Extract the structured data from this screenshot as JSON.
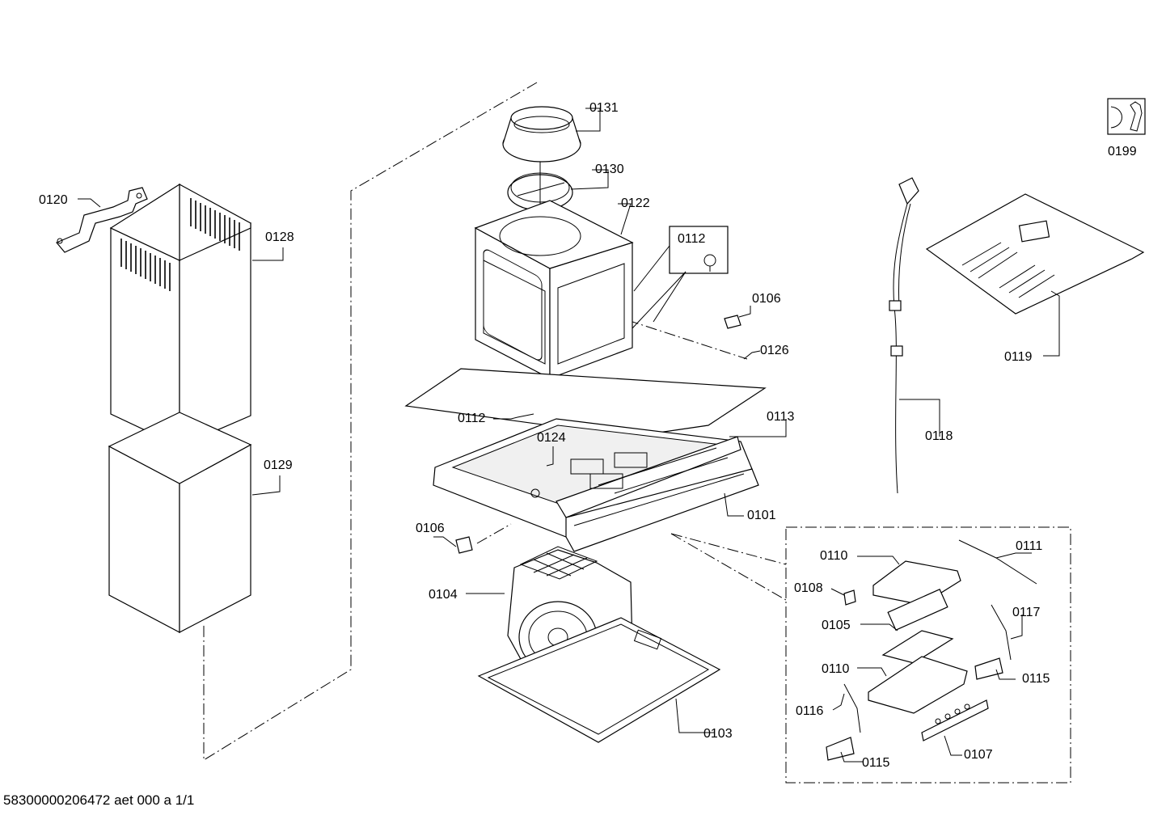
{
  "diagram": {
    "document_code": "58300000206472 aet 000 a 1/1",
    "service_icon": "wrench-service-icon",
    "part_labels": {
      "0101": "0101",
      "0103": "0103",
      "0104": "0104",
      "0105": "0105",
      "0106a": "0106",
      "0106b": "0106",
      "0107": "0107",
      "0108": "0108",
      "0110a": "0110",
      "0110b": "0110",
      "0111": "0111",
      "0112a": "0112",
      "0112b": "0112",
      "0113": "0113",
      "0115a": "0115",
      "0115b": "0115",
      "0116": "0116",
      "0117": "0117",
      "0118": "0118",
      "0119": "0119",
      "0120": "0120",
      "0122": "0122",
      "0124": "0124",
      "0126": "0126",
      "0128": "0128",
      "0129": "0129",
      "0130": "0130",
      "0131": "0131",
      "0199": "0199"
    }
  }
}
